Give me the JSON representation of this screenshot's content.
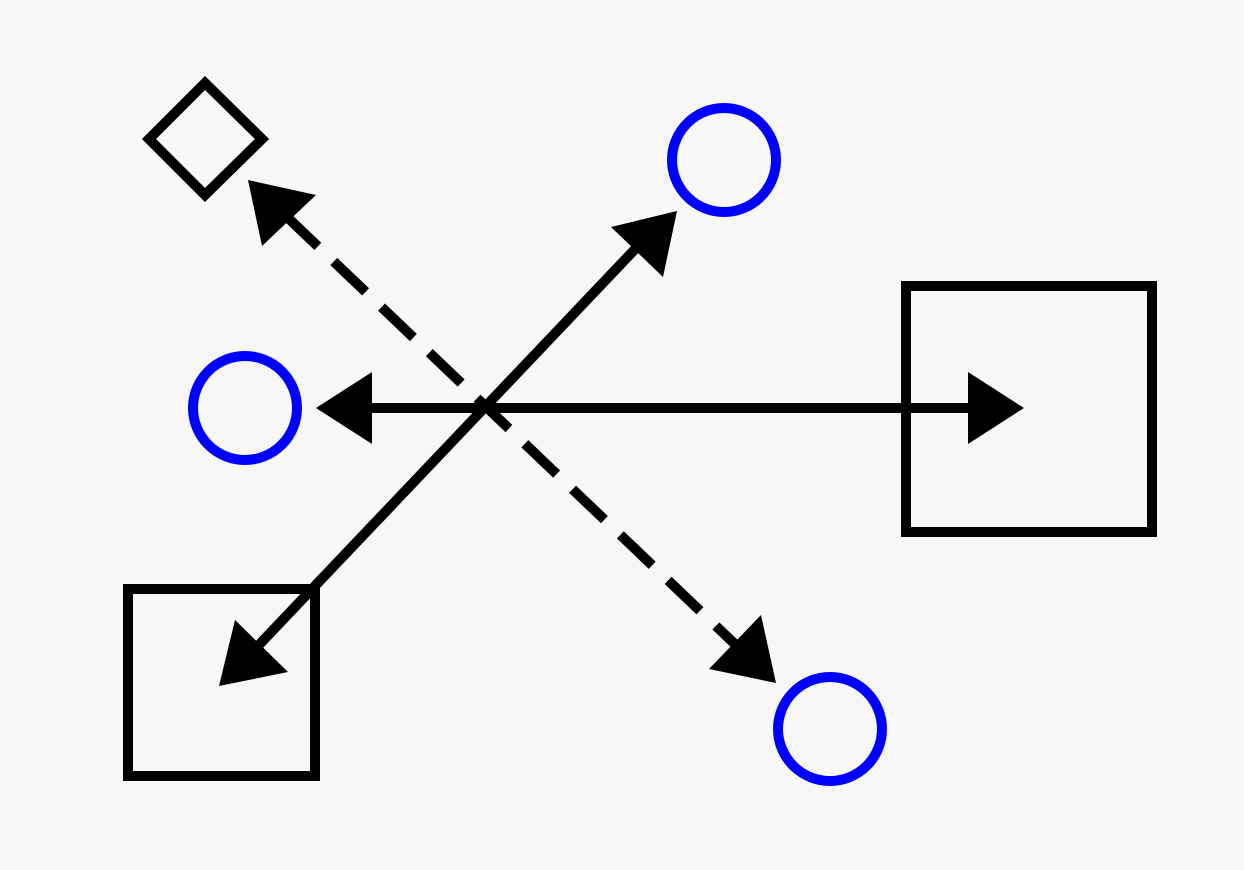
{
  "colors": {
    "background": "#f7f7f7",
    "stroke": "#000000",
    "circle": "#0000ff"
  },
  "shapes": [
    {
      "name": "diamond-node",
      "kind": "diamond"
    },
    {
      "name": "circle-node-top-right",
      "kind": "circle"
    },
    {
      "name": "circle-node-left",
      "kind": "circle"
    },
    {
      "name": "square-node-right",
      "kind": "square"
    },
    {
      "name": "square-node-bottom-left",
      "kind": "square"
    },
    {
      "name": "circle-node-bottom-right",
      "kind": "circle"
    }
  ],
  "connectors": [
    {
      "name": "horizontal-double-arrow",
      "style": "solid",
      "arrowheads": "both"
    },
    {
      "name": "diagonal-solid-double-arrow",
      "style": "solid",
      "arrowheads": "both"
    },
    {
      "name": "diagonal-dashed-double-arrow",
      "style": "dashed",
      "arrowheads": "both"
    }
  ]
}
